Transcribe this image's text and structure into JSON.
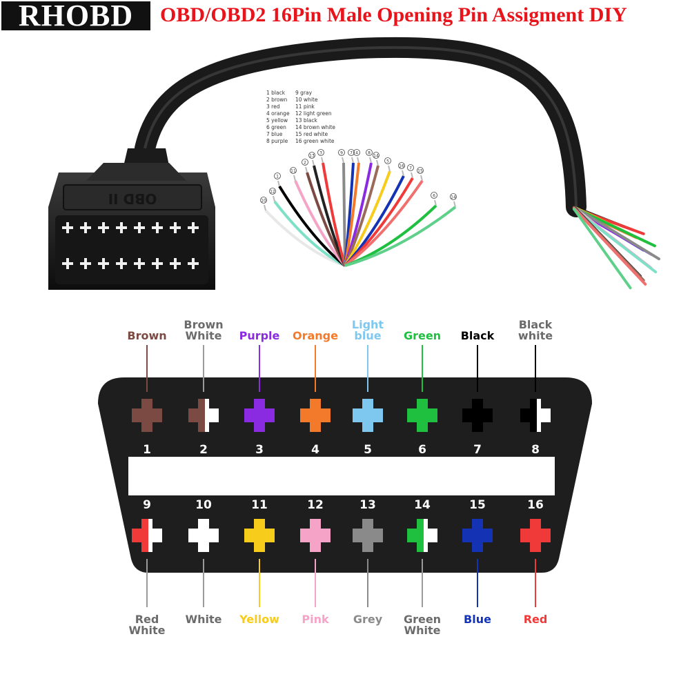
{
  "header": {
    "brand": "RHOBD",
    "title": "OBD/OBD2 16Pin Male Opening Pin Assigment DIY"
  },
  "cable_photo": {
    "connector_marking": "OBD II",
    "wire_list": [
      "1 black",
      "2 brown",
      "3 red",
      "4 orange",
      "5 yellow",
      "6 green",
      "7 blue",
      "8 purple",
      "9  gray",
      "10 white",
      "11 pink",
      "12 light green",
      "13 black",
      "14 brown white",
      "15 red white",
      "16 green white"
    ],
    "wire_tag_numbers": [
      "10",
      "12",
      "1",
      "11",
      "2",
      "13",
      "3",
      "9",
      "7",
      "4",
      "8",
      "14",
      "5",
      "16",
      "7",
      "15",
      "6",
      "14"
    ]
  },
  "pinout": {
    "top_row": [
      {
        "pin": "1",
        "label": [
          "Brown"
        ],
        "color": "#7b4a43",
        "stripe": false
      },
      {
        "pin": "2",
        "label": [
          "Brown",
          "White"
        ],
        "color": "#7b4a43",
        "stripe": true
      },
      {
        "pin": "3",
        "label": [
          "Purple"
        ],
        "color": "#8a2be2",
        "stripe": false
      },
      {
        "pin": "4",
        "label": [
          "Orange"
        ],
        "color": "#f37a2b",
        "stripe": false
      },
      {
        "pin": "5",
        "label": [
          "Light",
          "blue"
        ],
        "color": "#7ec8f0",
        "stripe": false
      },
      {
        "pin": "6",
        "label": [
          "Green"
        ],
        "color": "#1fbf3f",
        "stripe": false
      },
      {
        "pin": "7",
        "label": [
          "Black"
        ],
        "color": "#000000",
        "stripe": false
      },
      {
        "pin": "8",
        "label": [
          "Black",
          "white"
        ],
        "color": "#000000",
        "stripe": true
      }
    ],
    "bottom_row": [
      {
        "pin": "9",
        "label": [
          "Red",
          "White"
        ],
        "color": "#f03a3a",
        "stripe": true
      },
      {
        "pin": "10",
        "label": [
          "White"
        ],
        "color": "#ffffff",
        "stripe": false
      },
      {
        "pin": "11",
        "label": [
          "Yellow"
        ],
        "color": "#f8cc1b",
        "stripe": false
      },
      {
        "pin": "12",
        "label": [
          "Pink"
        ],
        "color": "#f5a3c6",
        "stripe": false
      },
      {
        "pin": "13",
        "label": [
          "Grey"
        ],
        "color": "#8a8a8a",
        "stripe": false
      },
      {
        "pin": "14",
        "label": [
          "Green",
          "White"
        ],
        "color": "#1fbf3f",
        "stripe": true
      },
      {
        "pin": "15",
        "label": [
          "Blue"
        ],
        "color": "#1433b4",
        "stripe": false
      },
      {
        "pin": "16",
        "label": [
          "Red"
        ],
        "color": "#f03a3a",
        "stripe": false
      }
    ],
    "label_colors": {
      "1": "#7b4a43",
      "2": "#6b6b6b",
      "3": "#8a2be2",
      "4": "#f37a2b",
      "5": "#7ec8f0",
      "6": "#1fbf3f",
      "7": "#000000",
      "8": "#6b6b6b",
      "9": "#6b6b6b",
      "10": "#6b6b6b",
      "11": "#f8cc1b",
      "12": "#f5a3c6",
      "13": "#8a8a8a",
      "14": "#6b6b6b",
      "15": "#1433b4",
      "16": "#f03a3a"
    }
  }
}
